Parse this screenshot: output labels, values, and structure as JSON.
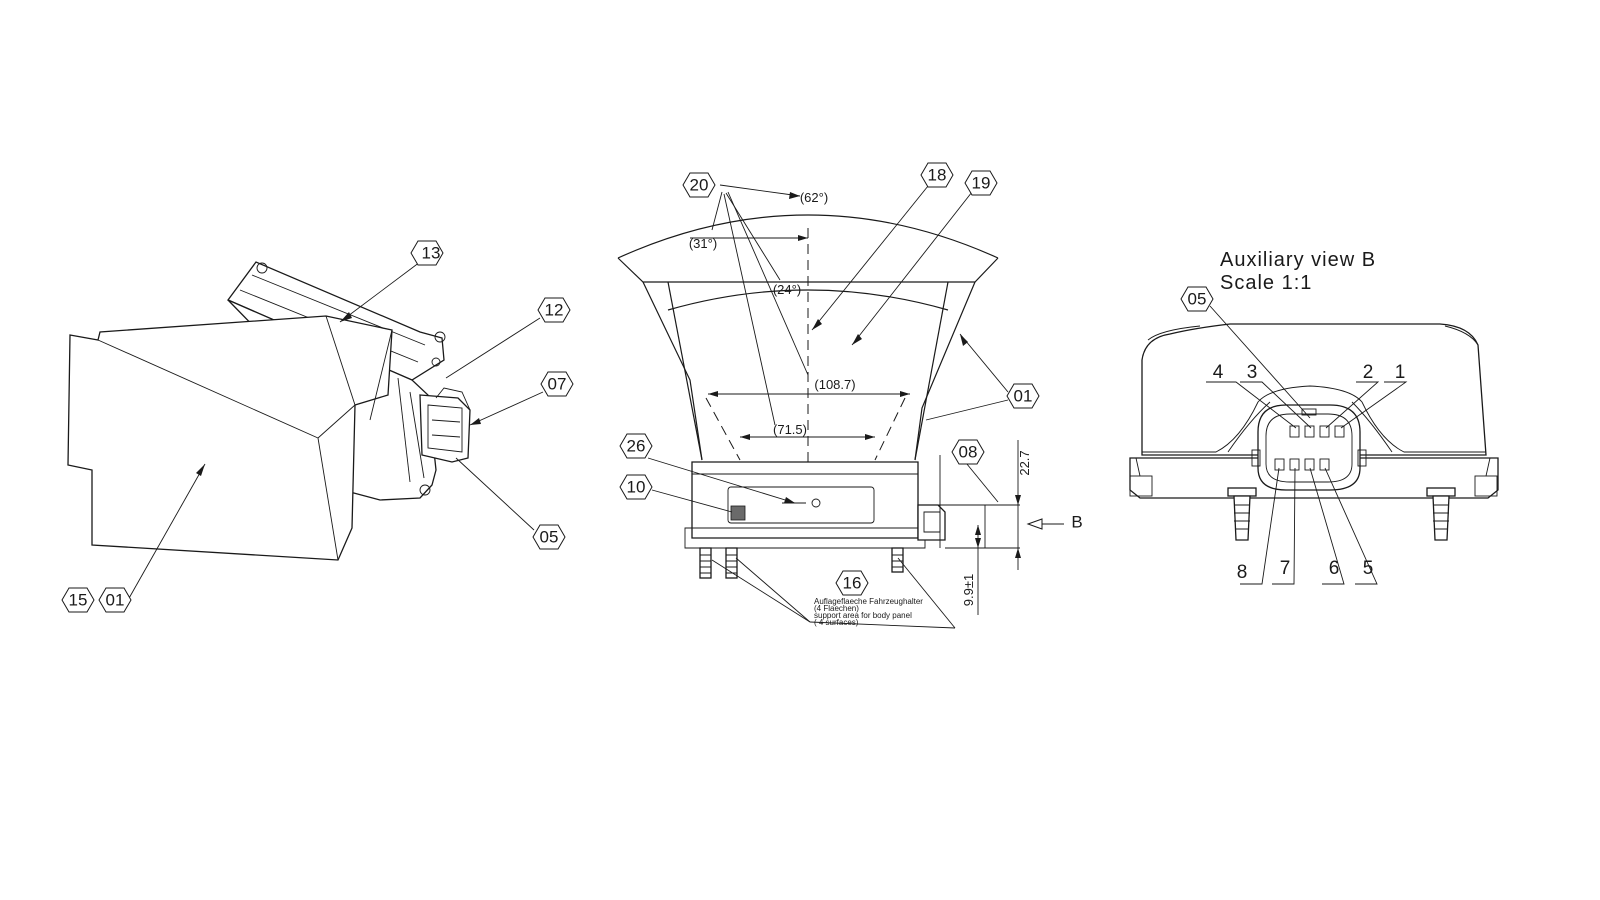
{
  "views": {
    "left": {
      "callouts": [
        "13",
        "12",
        "07",
        "05",
        "15",
        "01"
      ]
    },
    "middle": {
      "callouts": [
        "20",
        "18",
        "19",
        "01",
        "26",
        "10",
        "08",
        "16"
      ],
      "dimensions": {
        "angle_total": "(62°)",
        "angle_half": "(31°)",
        "angle_inner": "(24°)",
        "width_outer": "(108.7)",
        "width_inner": "(71.5)",
        "height_a": "22.7",
        "height_b": "9.9±1"
      },
      "view_arrow_label": "B",
      "note": {
        "line1": "Auflageflaeche Fahrzeughalter",
        "line2": "(4 Flaechen)",
        "line3": "support area  for body panel",
        "line4": "( 4 surfaces)"
      }
    },
    "auxiliary": {
      "title_line1": "Auxiliary  view  B",
      "title_line2": "Scale  1:1",
      "callout": "05",
      "pins_top": [
        "4",
        "3",
        "2",
        "1"
      ],
      "pins_bottom": [
        "8",
        "7",
        "6",
        "5"
      ]
    }
  }
}
